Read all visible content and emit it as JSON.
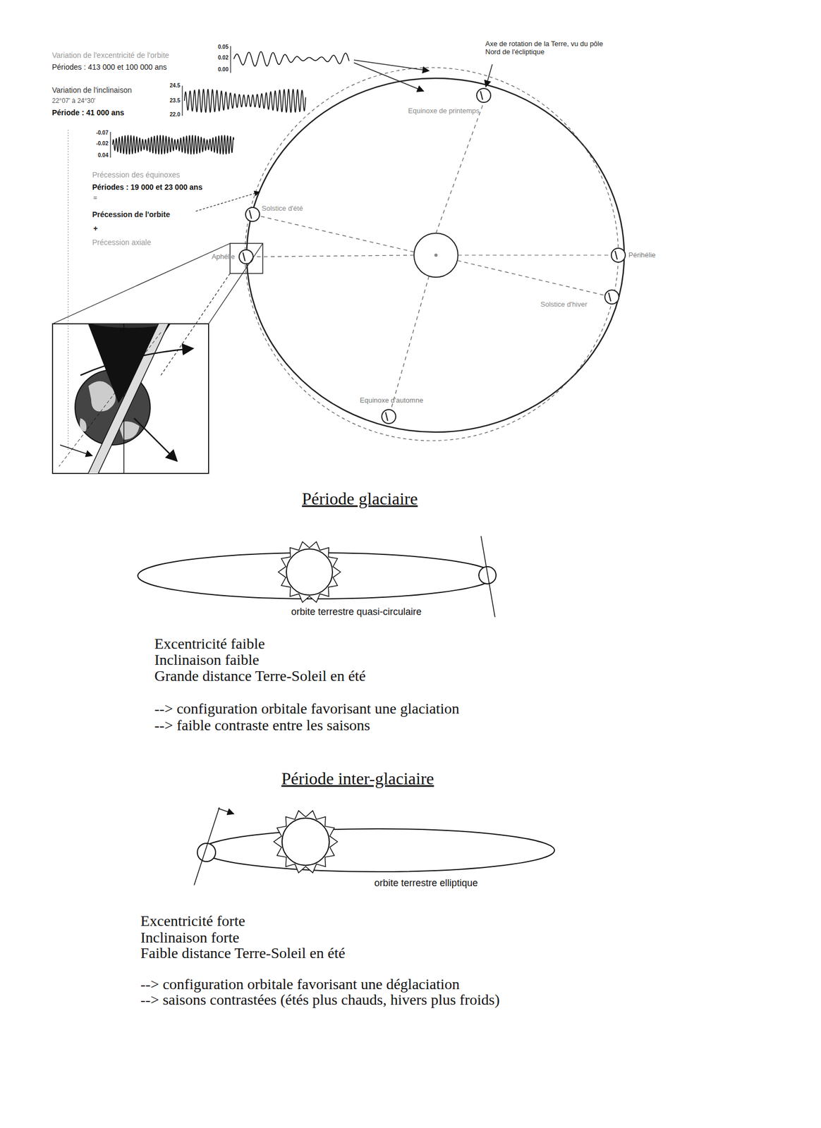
{
  "diagram": {
    "labels": [
      "Variation de l'excentricité de l'orbite",
      "Périodes : 413 000 et 100 000 ans",
      "0.05",
      "0.02",
      "0.00",
      "Variation de l'inclinaison",
      "22°07' à 24°30'",
      "Période : 41 000 ans",
      "24.5",
      "23.5",
      "22.0",
      "-0.07",
      "-0.02",
      "0.04",
      "Précession des équinoxes",
      "Périodes : 19 000 et 23 000 ans",
      "=",
      "Précession de l'orbite",
      "+",
      "Précession axiale",
      "Axe de rotation de la Terre, vu du pôle Nord de l'écliptique",
      "Equinoxe de printemps",
      "Solstice d'été",
      "Aphélie",
      "Périhélie",
      "Solstice d'hiver",
      "Equinoxe d'automne",
      "Période glaciaire",
      "orbite terrestre quasi-circulaire",
      "Excentricité faible",
      "Inclinaison faible",
      "Grande distance Terre-Soleil en été",
      "--> configuration orbitale favorisant une glaciation",
      "--> faible contraste entre les saisons",
      "Période inter-glaciaire",
      "orbite terrestre elliptique",
      "Excentricité forte",
      "Inclinaison forte",
      "Faible distance Terre-Soleil en été",
      "--> configuration orbitale favorisant une déglaciation",
      "--> saisons contrastées (étés plus chauds, hivers plus froids)"
    ]
  }
}
